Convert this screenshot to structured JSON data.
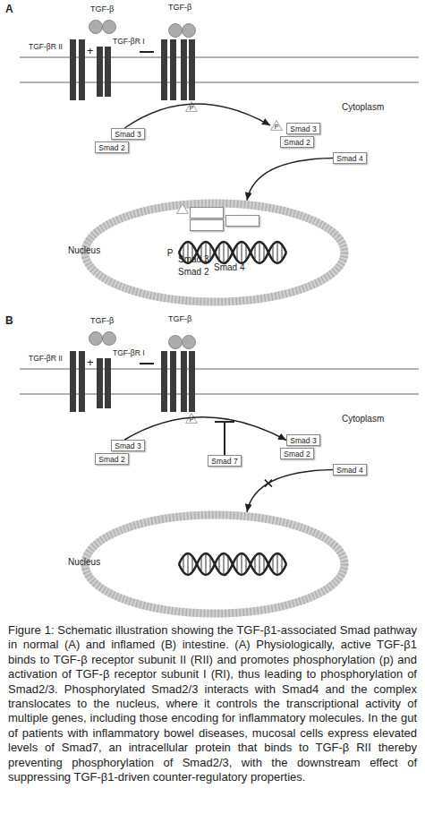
{
  "diagram": {
    "caption": "Figure 1: Schematic illustration showing the TGF-β1-associated Smad pathway in normal (A) and inflamed (B) intestine. (A) Physiologically, active TGF-β1 binds to TGF-β receptor subunit II (RII) and promotes phosphorylation (p) and activation of TGF-β receptor subunit I (RI), thus leading to phosphorylation of Smad2/3. Phosphorylated Smad2/3 interacts with Smad4 and the complex translocates to the nucleus, where it controls the transcriptional activity of multiple genes, including those encoding for inflammatory molecules. In the gut of patients with inflammatory bowel diseases, mucosal cells express elevated levels of Smad7, an intracellular protein that binds to TGF-β RII thereby preventing phosphorylation of Smad2/3, with the downstream effect of suppressing TGF-β1-driven counter-regulatory properties.",
    "nodes": [
      {
        "text": [
          "P"
        ]
      },
      {
        "text": [
          "Smad 3"
        ]
      },
      {
        "text": [
          "Smad 2"
        ]
      },
      {
        "text": [
          "P"
        ]
      },
      {
        "text": [
          "Smad 3"
        ]
      },
      {
        "text": [
          "Smad 2"
        ]
      },
      {
        "text": [
          "Smad 4"
        ]
      },
      {
        "text": [
          "Nucleus"
        ]
      },
      {
        "text": [
          "P"
        ],
        "in": 7
      },
      {
        "text": [
          "Smad 3"
        ],
        "in": 7
      },
      {
        "text": [
          "Smad 2"
        ],
        "in": 7
      },
      {
        "text": [
          "Smad 4"
        ],
        "in": 7
      },
      {
        "text": [
          "P"
        ]
      },
      {
        "text": [
          "Smad 3"
        ]
      },
      {
        "text": [
          "Smad 2"
        ]
      },
      {
        "text": [
          "Smad 7"
        ]
      },
      {
        "text": [
          "Smad 3"
        ]
      },
      {
        "text": [
          "Smad 2"
        ]
      },
      {
        "text": [
          "Smad 4"
        ]
      },
      {
        "text": [
          "Nucleus"
        ]
      }
    ],
    "edges": [
      {
        "from": 1,
        "to": 3,
        "arrow": "to"
      },
      {
        "from": 6,
        "to": 7,
        "arrow": "to"
      },
      {
        "from": 13,
        "to": 16,
        "arrow": "to"
      },
      {
        "from": 18,
        "to": 19,
        "arrow": "to"
      }
    ],
    "labels": [
      "A",
      "TGF-β",
      "TGF-β",
      "TGF-βR II",
      "+",
      "TGF-βR I",
      "Cytoplasm",
      "B",
      "TGF-β",
      "TGF-β",
      "TGF-βR II",
      "+",
      "TGF-βR I",
      "Cytoplasm"
    ]
  }
}
